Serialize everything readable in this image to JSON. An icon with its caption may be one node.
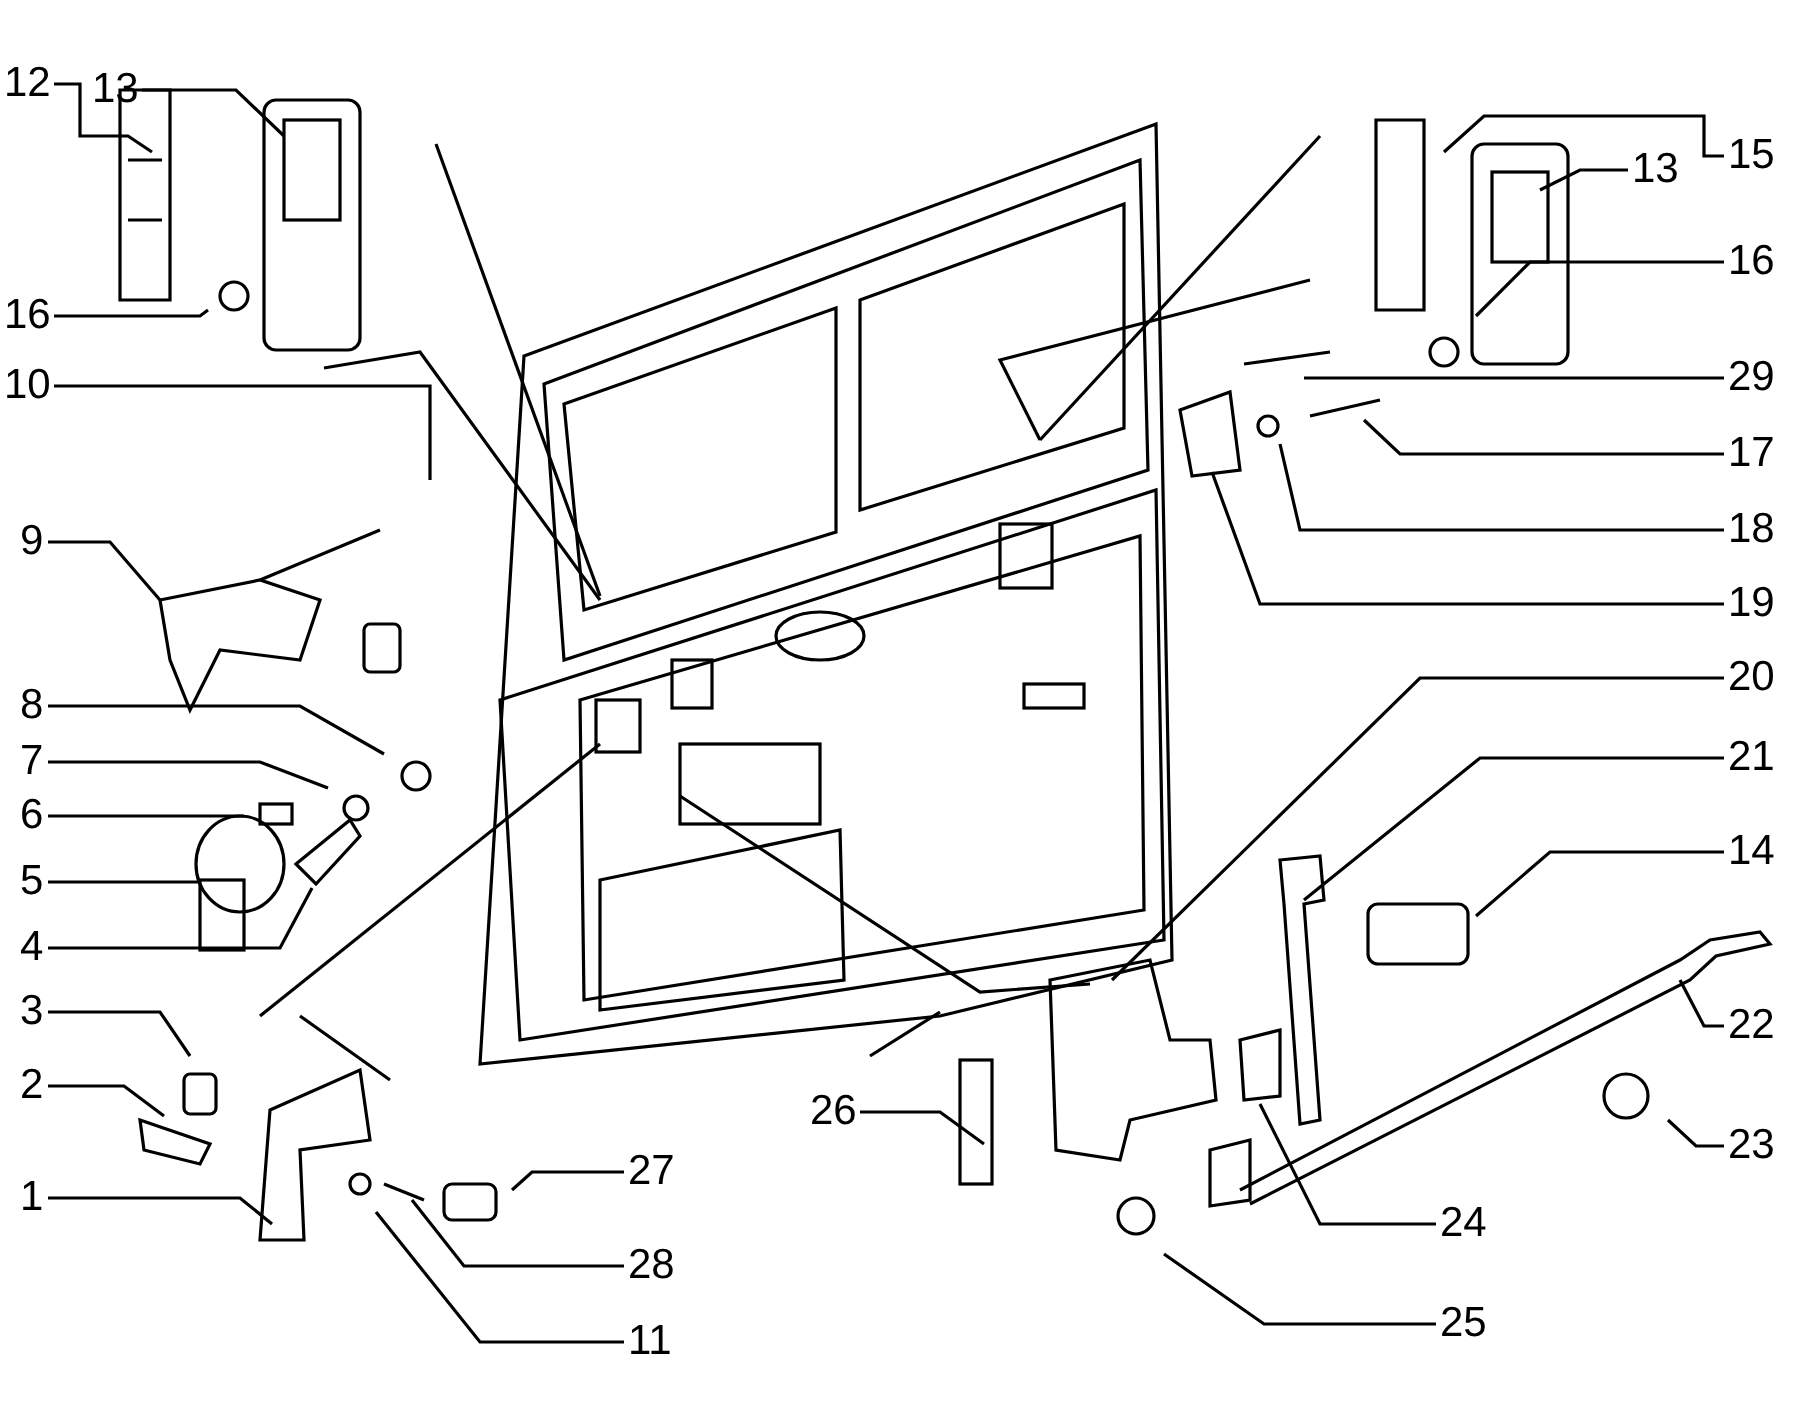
{
  "diagram": {
    "nodes": [
      {
        "text": [
          "12"
        ]
      },
      {
        "text": [
          "13"
        ]
      },
      {
        "text": [
          "13"
        ]
      },
      {
        "text": [
          "15"
        ]
      },
      {
        "text": [
          "16"
        ]
      },
      {
        "text": [
          "16"
        ]
      },
      {
        "text": [
          "10"
        ]
      },
      {
        "text": [
          "29"
        ]
      },
      {
        "text": [
          "17"
        ]
      },
      {
        "text": [
          "9"
        ]
      },
      {
        "text": [
          "18"
        ]
      },
      {
        "text": [
          "19"
        ]
      },
      {
        "text": [
          "20"
        ]
      },
      {
        "text": [
          "8"
        ]
      },
      {
        "text": [
          "7"
        ]
      },
      {
        "text": [
          "21"
        ]
      },
      {
        "text": [
          "6"
        ]
      },
      {
        "text": [
          "14"
        ]
      },
      {
        "text": [
          "5"
        ]
      },
      {
        "text": [
          "4"
        ]
      },
      {
        "text": [
          "3"
        ]
      },
      {
        "text": [
          "22"
        ]
      },
      {
        "text": [
          "2"
        ]
      },
      {
        "text": [
          "26"
        ]
      },
      {
        "text": [
          "23"
        ]
      },
      {
        "text": [
          "27"
        ]
      },
      {
        "text": [
          "1"
        ]
      },
      {
        "text": [
          "24"
        ]
      },
      {
        "text": [
          "28"
        ]
      },
      {
        "text": [
          "25"
        ]
      },
      {
        "text": [
          "11"
        ]
      }
    ],
    "edges": [
      {
        "from": 0,
        "to": null,
        "arrow": "none"
      },
      {
        "from": 1,
        "to": null,
        "arrow": "none"
      },
      {
        "from": 2,
        "to": null,
        "arrow": "none"
      },
      {
        "from": 3,
        "to": null,
        "arrow": "none"
      },
      {
        "from": 4,
        "to": null,
        "arrow": "none"
      },
      {
        "from": 5,
        "to": null,
        "arrow": "none"
      },
      {
        "from": 6,
        "to": null,
        "arrow": "none"
      },
      {
        "from": 7,
        "to": null,
        "arrow": "none"
      },
      {
        "from": 8,
        "to": null,
        "arrow": "none"
      },
      {
        "from": 9,
        "to": null,
        "arrow": "none"
      },
      {
        "from": 10,
        "to": null,
        "arrow": "none"
      },
      {
        "from": 11,
        "to": null,
        "arrow": "none"
      },
      {
        "from": 12,
        "to": null,
        "arrow": "none"
      },
      {
        "from": 13,
        "to": null,
        "arrow": "none"
      },
      {
        "from": 14,
        "to": null,
        "arrow": "none"
      },
      {
        "from": 15,
        "to": null,
        "arrow": "none"
      },
      {
        "from": 16,
        "to": null,
        "arrow": "none"
      },
      {
        "from": 17,
        "to": null,
        "arrow": "none"
      },
      {
        "from": 18,
        "to": null,
        "arrow": "none"
      },
      {
        "from": 19,
        "to": null,
        "arrow": "none"
      },
      {
        "from": 20,
        "to": null,
        "arrow": "none"
      },
      {
        "from": 21,
        "to": null,
        "arrow": "none"
      },
      {
        "from": 22,
        "to": null,
        "arrow": "none"
      },
      {
        "from": 23,
        "to": null,
        "arrow": "none"
      },
      {
        "from": 24,
        "to": null,
        "arrow": "none"
      },
      {
        "from": 25,
        "to": null,
        "arrow": "none"
      },
      {
        "from": 26,
        "to": null,
        "arrow": "none"
      },
      {
        "from": 27,
        "to": null,
        "arrow": "none"
      },
      {
        "from": 28,
        "to": null,
        "arrow": "none"
      },
      {
        "from": 29,
        "to": null,
        "arrow": "none"
      },
      {
        "from": 30,
        "to": null,
        "arrow": "none"
      }
    ]
  }
}
